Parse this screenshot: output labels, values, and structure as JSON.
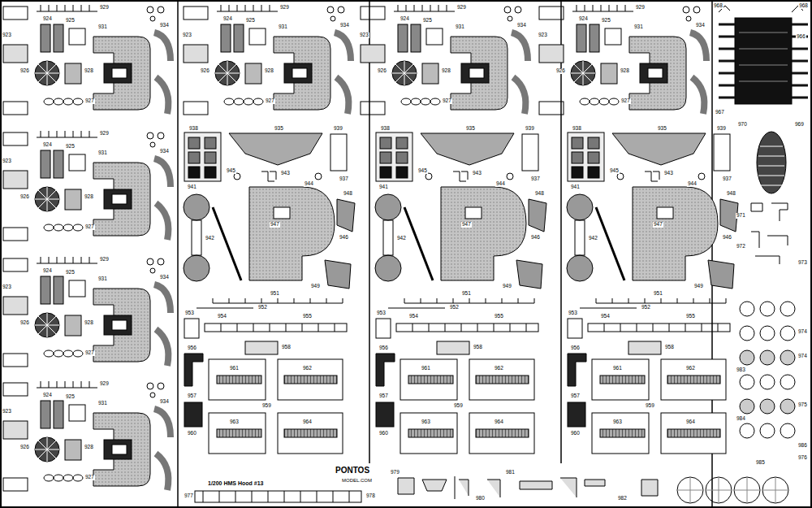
{
  "diagram": {
    "labels": [
      "929",
      "923",
      "924",
      "925",
      "931",
      "926",
      "928",
      "927",
      "934",
      "929",
      "923",
      "924",
      "925",
      "931",
      "926",
      "928",
      "927",
      "934",
      "929",
      "923",
      "924",
      "925",
      "931",
      "926",
      "928",
      "927",
      "934",
      "929",
      "923",
      "924",
      "925",
      "931",
      "926",
      "928",
      "927",
      "934",
      "929",
      "923",
      "924",
      "925",
      "931",
      "926",
      "928",
      "927",
      "934",
      "929",
      "923",
      "924",
      "925",
      "931",
      "926",
      "928",
      "927",
      "934",
      "929",
      "923",
      "924",
      "925",
      "931",
      "926",
      "928",
      "927",
      "934",
      "938",
      "935",
      "943",
      "939",
      "945",
      "944",
      "937",
      "941",
      "942",
      "947",
      "946",
      "948",
      "949",
      "951",
      "952",
      "938",
      "935",
      "943",
      "939",
      "945",
      "944",
      "937",
      "941",
      "942",
      "947",
      "946",
      "948",
      "949",
      "951",
      "952",
      "938",
      "935",
      "943",
      "939",
      "945",
      "944",
      "937",
      "941",
      "942",
      "947",
      "946",
      "948",
      "949",
      "951",
      "952",
      "953",
      "954",
      "955",
      "958",
      "956",
      "961",
      "962",
      "957",
      "959",
      "960",
      "963",
      "964",
      "953",
      "954",
      "955",
      "958",
      "956",
      "961",
      "962",
      "957",
      "959",
      "960",
      "963",
      "964",
      "953",
      "954",
      "955",
      "958",
      "956",
      "961",
      "962",
      "957",
      "959",
      "960",
      "963",
      "964",
      "968",
      "968",
      "966",
      "967",
      "969",
      "970",
      "971",
      "972",
      "973",
      "974",
      "974",
      "983",
      "975",
      "984",
      "985",
      "976",
      "986",
      "977",
      "978",
      "979",
      "980",
      "981",
      "982",
      "1/200 HMS Hood #13",
      "PONTOS",
      "MODEL.COM"
    ]
  }
}
